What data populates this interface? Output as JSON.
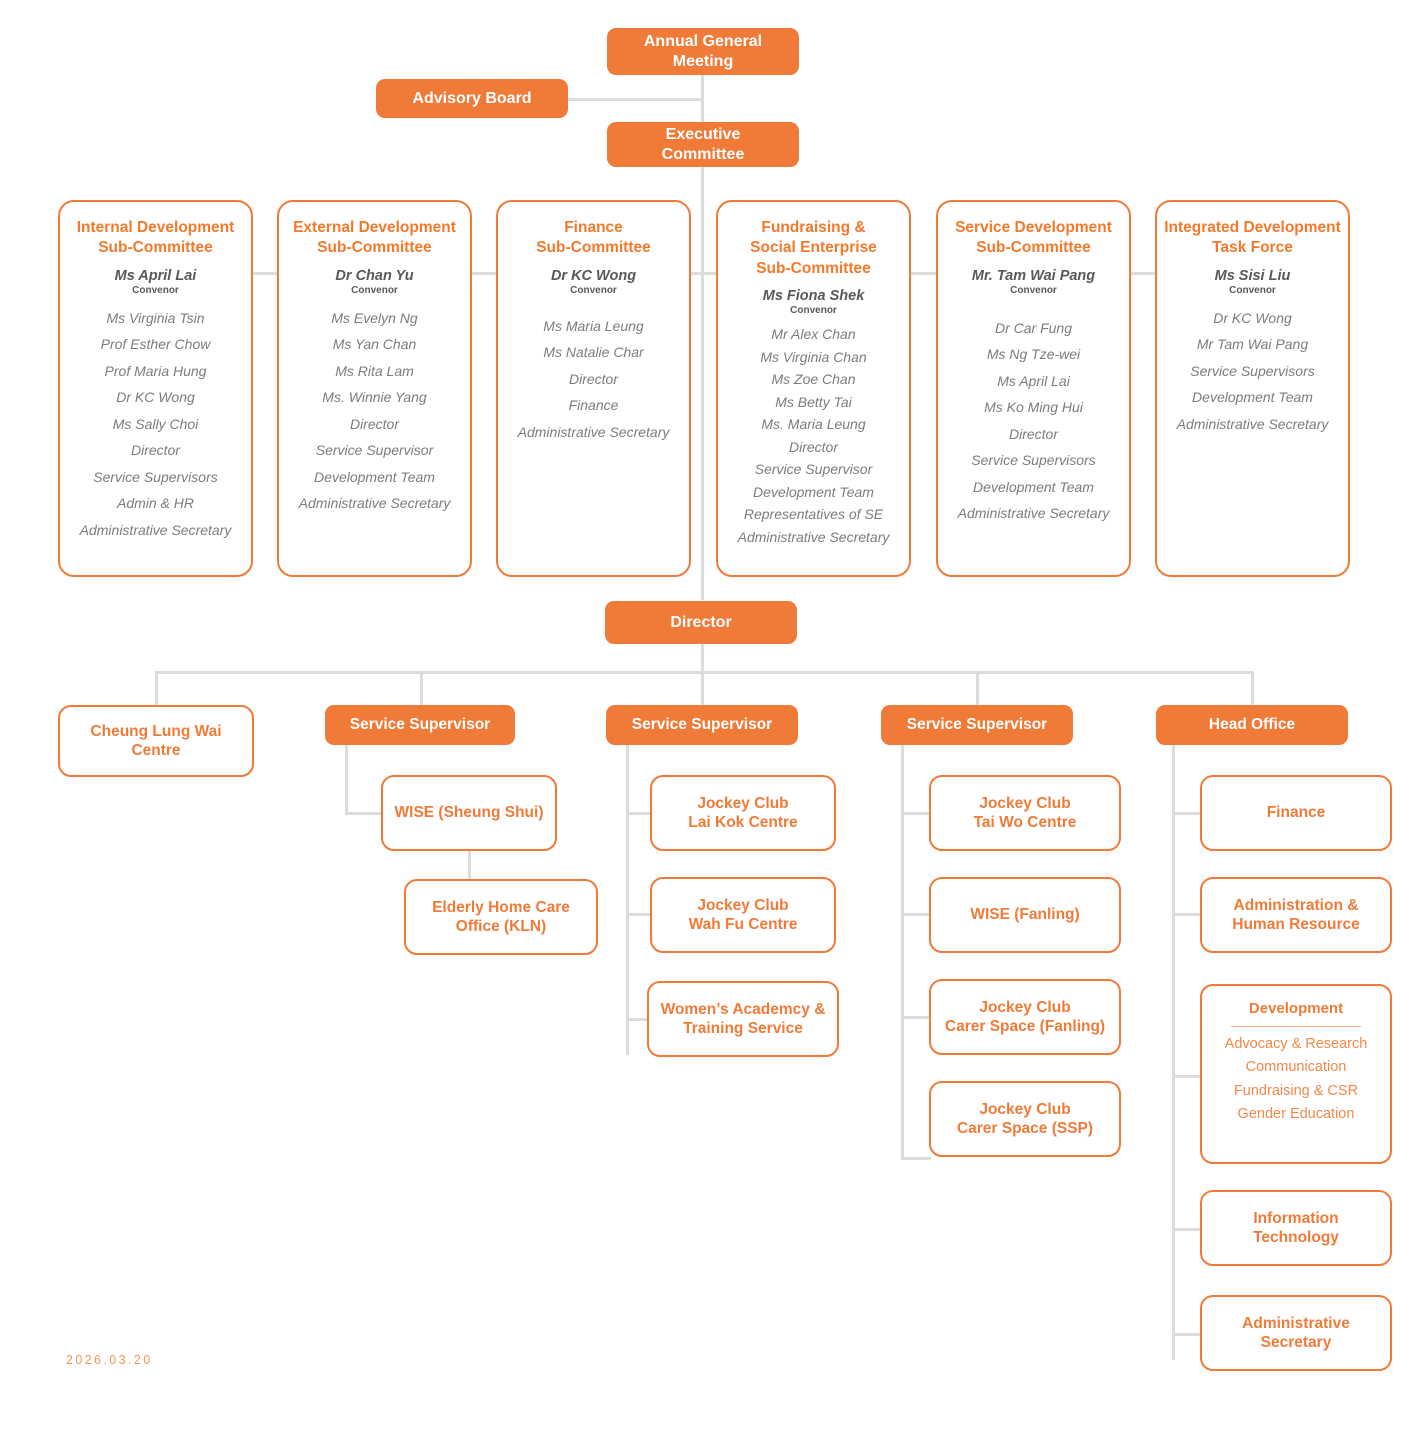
{
  "colors": {
    "accent": "#F07B38",
    "accent_title": "#F4792B",
    "line": "#dcdcdc",
    "member_text": "#7b7c7e",
    "convenor_text": "#58595B",
    "dev_item": "#F2884A"
  },
  "top": {
    "annual_general_meeting": "Annual General\nMeeting",
    "advisory_board": "Advisory Board",
    "executive_committee": "Executive\nCommittee"
  },
  "committees": [
    {
      "title": "Internal Development\nSub-Committee",
      "convenor_name": "Ms April Lai",
      "convenor_role": "Convenor",
      "members": [
        "Ms Virginia Tsin",
        "Prof Esther Chow",
        "Prof Maria Hung",
        "Dr KC Wong",
        "Ms Sally Choi",
        "Director",
        "Service Supervisors",
        "Admin & HR",
        "Administrative Secretary"
      ]
    },
    {
      "title": "External Development\nSub-Committee",
      "convenor_name": "Dr Chan Yu",
      "convenor_role": "Convenor",
      "members": [
        "Ms Evelyn Ng",
        "Ms Yan Chan",
        "Ms Rita Lam",
        "Ms. Winnie Yang",
        "Director",
        "Service Supervisor",
        "Development Team",
        "Administrative Secretary"
      ]
    },
    {
      "title": "Finance\nSub-Committee",
      "convenor_name": "Dr KC Wong",
      "convenor_role": "Convenor",
      "members": [
        "Ms Maria Leung",
        "Ms Natalie Char",
        "Director",
        "Finance",
        "Administrative Secretary"
      ]
    },
    {
      "title": "Fundraising &\nSocial Enterprise\nSub-Committee",
      "convenor_name": "Ms Fiona Shek",
      "convenor_role": "Convenor",
      "members": [
        "Mr Alex Chan",
        "Ms Virginia Chan",
        "Ms Zoe Chan",
        "Ms Betty Tai",
        "Ms. Maria Leung",
        "Director",
        "Service Supervisor",
        "Development Team",
        "Representatives of SE",
        "Administrative Secretary"
      ]
    },
    {
      "title": "Service Development\nSub-Committee",
      "convenor_name": "Mr. Tam Wai Pang",
      "convenor_role": "Convenor",
      "members": [
        "Dr Car Fung",
        "Ms Ng Tze-wei",
        "Ms April Lai",
        "Ms Ko Ming Hui",
        "Director",
        "Service Supervisors",
        "Development Team",
        "Administrative Secretary"
      ]
    },
    {
      "title": "Integrated Development\nTask Force",
      "convenor_name": "Ms Sisi Liu",
      "convenor_role": "Convenor",
      "members": [
        "Dr KC Wong",
        "Mr Tam Wai Pang",
        "Service Supervisors",
        "Development Team",
        "Administrative Secretary"
      ]
    }
  ],
  "director": "Director",
  "branches": [
    {
      "head": "Cheung Lung Wai\nCentre",
      "head_style": "outline",
      "children": []
    },
    {
      "head": "Service Supervisor",
      "head_style": "solid",
      "children": [
        "WISE (Sheung Shui)",
        "Elderly Home Care\nOffice (KLN)"
      ]
    },
    {
      "head": "Service Supervisor",
      "head_style": "solid",
      "children": [
        "Jockey Club\nLai Kok Centre",
        "Jockey Club\nWah Fu Centre",
        "Women’s Academcy &\nTraining Service"
      ]
    },
    {
      "head": "Service Supervisor",
      "head_style": "solid",
      "children": [
        "Jockey Club\nTai Wo Centre",
        "WISE (Fanling)",
        "Jockey Club\nCarer Space (Fanling)",
        "Jockey Club\nCarer Space (SSP)"
      ]
    },
    {
      "head": "Head Office",
      "head_style": "solid",
      "children": [
        "Finance",
        "Administration &\nHuman Resource",
        "Development",
        "Information\nTechnology",
        "Administrative\nSecretary"
      ]
    }
  ],
  "development_box": {
    "title": "Development",
    "items": [
      "Advocacy & Research",
      "Communication",
      "Fundraising & CSR",
      "Gender Education"
    ]
  },
  "footer": {
    "date": "2026.03.20"
  }
}
